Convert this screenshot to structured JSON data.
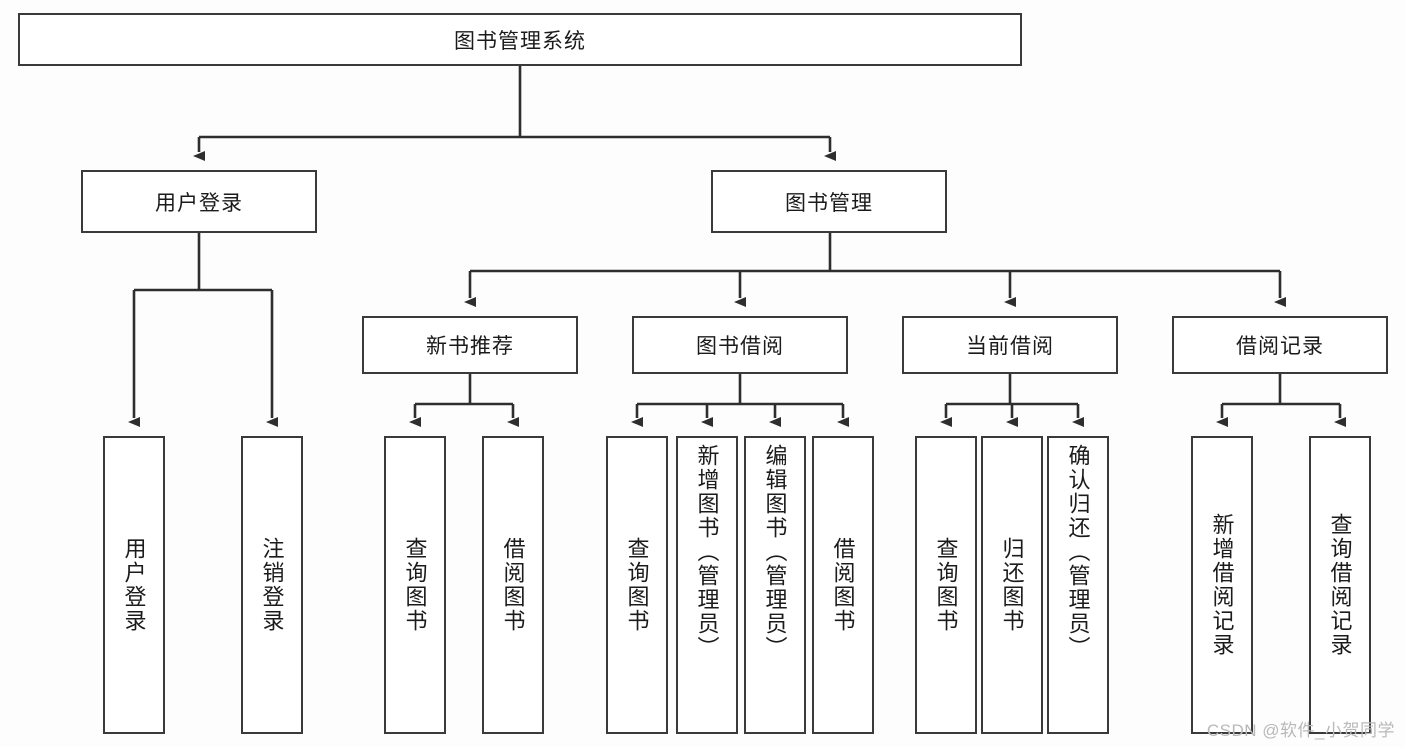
{
  "diagram": {
    "title": "图书管理系统",
    "type": "tree-hierarchy",
    "root": {
      "label": "图书管理系统"
    },
    "level2": [
      {
        "label": "用户登录"
      },
      {
        "label": "图书管理"
      }
    ],
    "level3": [
      {
        "label": "新书推荐"
      },
      {
        "label": "图书借阅"
      },
      {
        "label": "当前借阅"
      },
      {
        "label": "借阅记录"
      }
    ],
    "leaves": {
      "user_login": [
        {
          "label": "用户登录"
        },
        {
          "label": "注销登录"
        }
      ],
      "new_book_recommend": [
        {
          "label": "查询图书"
        },
        {
          "label": "借阅图书"
        }
      ],
      "book_borrow": [
        {
          "label": "查询图书"
        },
        {
          "label": "新增图书（管理员）"
        },
        {
          "label": "编辑图书（管理员）"
        },
        {
          "label": "借阅图书"
        }
      ],
      "current_borrow": [
        {
          "label": "查询图书"
        },
        {
          "label": "归还图书"
        },
        {
          "label": "确认归还（管理员）"
        }
      ],
      "borrow_record": [
        {
          "label": "新增借阅记录"
        },
        {
          "label": "查询借阅记录"
        }
      ]
    }
  },
  "watermark": {
    "text": "CSDN @软件_小贺同学"
  },
  "colors": {
    "border": "#3a3a3a",
    "line": "#2e2e2e",
    "text": "#1b1b1b",
    "background": "#fdfdfd",
    "watermark": "#b9b9b9"
  }
}
